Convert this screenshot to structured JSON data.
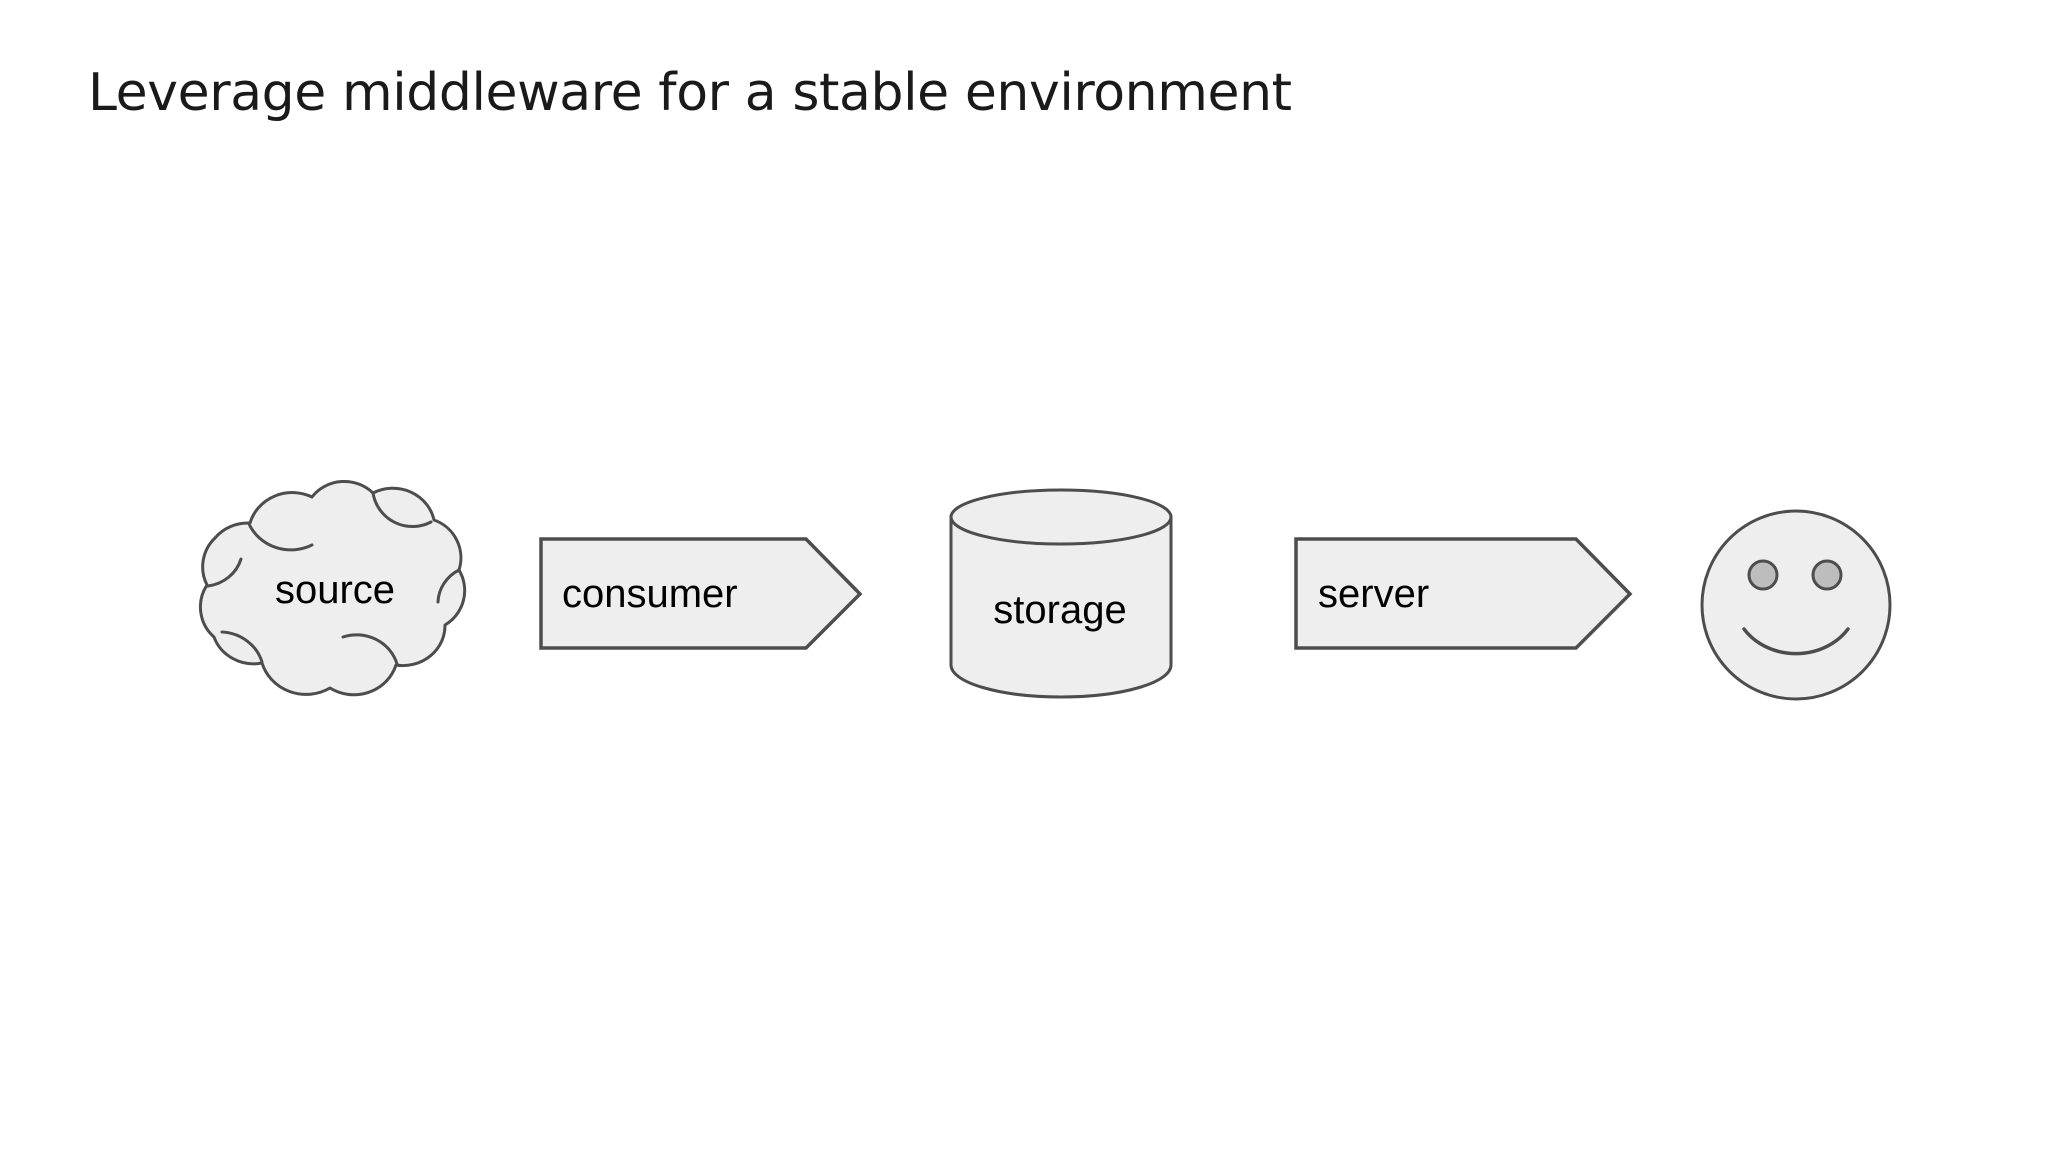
{
  "slide": {
    "title": "Leverage middleware for a stable environment",
    "background_color": "#ffffff",
    "title_color": "#1a1a1a"
  },
  "theme": {
    "shape_fill": "#eeeeee",
    "shape_stroke": "#4d4d4d",
    "eye_fill": "#bdbdbd",
    "label_color": "#000000"
  },
  "diagram": {
    "type": "flow",
    "orientation": "left-to-right",
    "nodes": [
      {
        "id": "source",
        "label": "source",
        "shape": "cloud",
        "fill": "#eeeeee",
        "stroke": "#4d4d4d"
      },
      {
        "id": "consumer",
        "label": "consumer",
        "shape": "arrow-pentagon",
        "fill": "#eeeeee",
        "stroke": "#4d4d4d"
      },
      {
        "id": "storage",
        "label": "storage",
        "shape": "cylinder",
        "fill": "#eeeeee",
        "stroke": "#4d4d4d"
      },
      {
        "id": "server",
        "label": "server",
        "shape": "arrow-pentagon",
        "fill": "#eeeeee",
        "stroke": "#4d4d4d"
      },
      {
        "id": "consumer-face",
        "label": "",
        "shape": "smiley-face",
        "fill": "#eeeeee",
        "stroke": "#4d4d4d"
      }
    ]
  }
}
